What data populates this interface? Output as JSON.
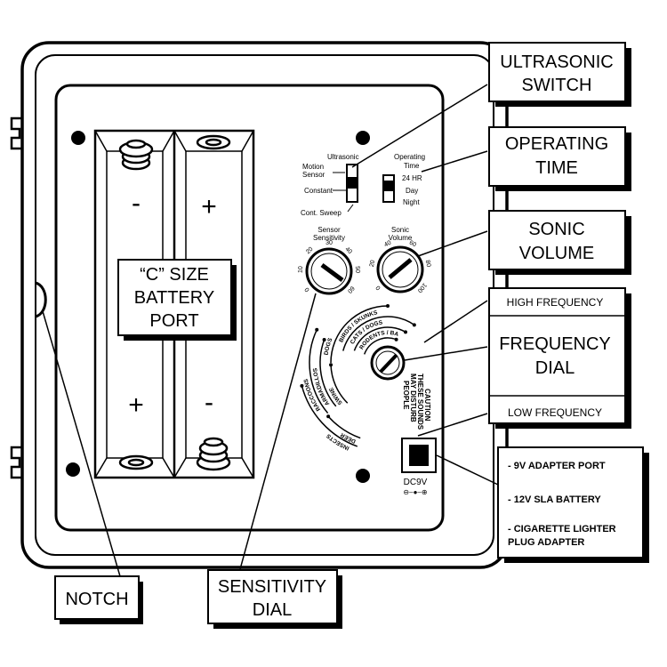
{
  "callouts": {
    "ultrasonic_switch": [
      "ULTRASONIC",
      "SWITCH"
    ],
    "operating_time": [
      "OPERATING",
      "TIME"
    ],
    "sonic_volume": [
      "SONIC",
      "VOLUME"
    ],
    "high_frequency": "HIGH FREQUENCY",
    "frequency_dial": [
      "FREQUENCY",
      "DIAL"
    ],
    "low_frequency": "LOW FREQUENCY",
    "power_options": [
      "- 9V ADAPTER PORT",
      "- 12V SLA BATTERY",
      "- CIGARETTE LIGHTER",
      "PLUG ADAPTER"
    ],
    "battery_port": [
      "“C” SIZE",
      "BATTERY",
      "PORT"
    ],
    "notch": "NOTCH",
    "sensitivity_dial": [
      "SENSITIVITY",
      "DIAL"
    ]
  },
  "battery": {
    "polarity_top": [
      "-",
      "+"
    ],
    "polarity_bottom": [
      "+",
      "-"
    ]
  },
  "panel": {
    "switch_labels": [
      "Ultrasonic",
      "Motion",
      "Sensor",
      "Constant",
      "Cont. Sweep"
    ],
    "time_labels": [
      "Operating",
      "Time",
      "24 HR",
      "Day",
      "Night"
    ],
    "sensitivity_label": [
      "Sensor",
      "Sensitivity"
    ],
    "sensitivity_ticks": [
      "0",
      "10",
      "20",
      "30",
      "40",
      "50",
      "60"
    ],
    "volume_label": [
      "Sonic",
      "Volume"
    ],
    "volume_ticks": [
      "0",
      "20",
      "40",
      "60",
      "80",
      "100"
    ],
    "frequency_bands": [
      "RODENTS / BATS",
      "CATS / DOGS",
      "BIRDS / SKUNKS",
      "DOGS",
      "SWINE",
      "ARMADILLOS",
      "RACCOONS",
      "DEER",
      "INSECTS"
    ],
    "caution": [
      "CAUTION",
      "THESE SOUNDS",
      "MAY DISTURB",
      "PEOPLE"
    ],
    "dc_label": "DC9V",
    "dc_symbol": "⊖–●–⊕"
  }
}
